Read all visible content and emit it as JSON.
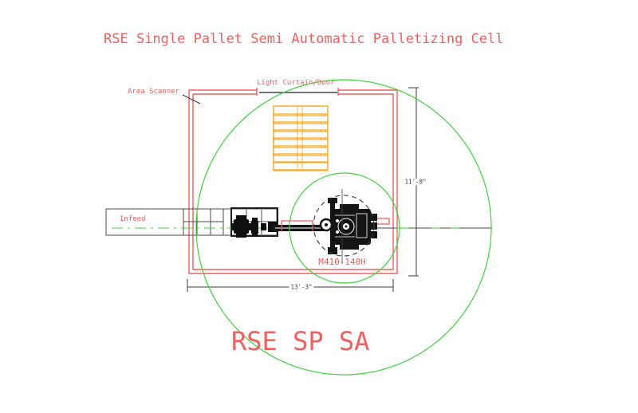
{
  "drawing": {
    "title": "RSE Single Pallet Semi Automatic Palletizing Cell",
    "cell_label": "RSE SP SA",
    "labels": {
      "area_scanner": "Area Scanner",
      "light_curtain_door": "Light Curtain/Door",
      "infeed": "Infeed",
      "robot_model": "M410-140H"
    },
    "dimensions": {
      "enclosure_width": "13'-3\"",
      "enclosure_height": "11'-8\""
    },
    "colors": {
      "annotation_red": "#f15f5f",
      "robot_reach_green": "#3fd43f",
      "pallet_yellow": "#f2a71e",
      "linework_dark": "#3a3a3a",
      "robot_black": "#141414"
    }
  }
}
